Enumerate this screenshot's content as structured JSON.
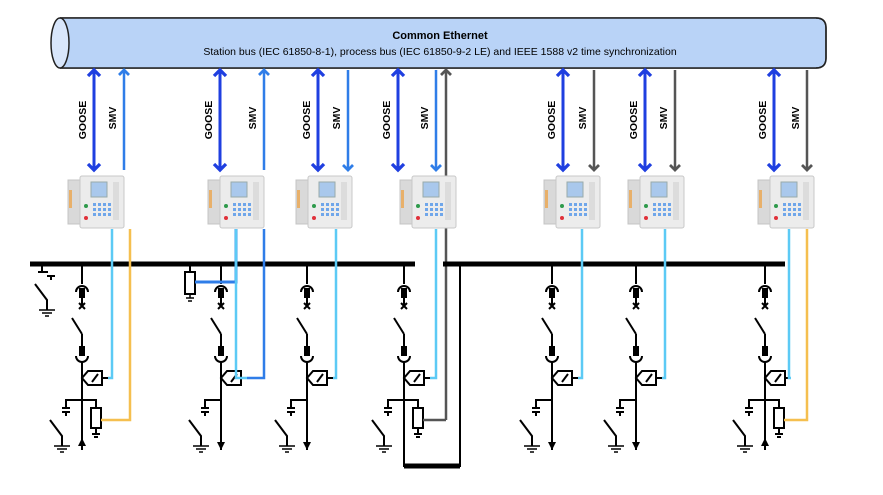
{
  "ethernet_bus": {
    "title": "Common Ethernet",
    "subtitle": "Station bus (IEC 61850-8-1), process bus (IEC 61850-9-2 LE) and IEEE 1588 v2 time synchronization",
    "fill_color": "#b9d3f7"
  },
  "link_labels": {
    "goose": "GOOSE",
    "smv": "SMV"
  },
  "colors": {
    "goose": "#1f3fe0",
    "smv_publish": "#2f7de8",
    "smv_subscribe": "#555555",
    "analog_current": "#5ccaf5",
    "analog_voltage": "#f5bf4f",
    "process_bus_wire": "#2f7de8",
    "busbar": "#000000"
  },
  "bays": [
    {
      "id": "bay-1",
      "smv_direction": "publish",
      "ied_wires": [
        "current",
        "voltage"
      ],
      "feeder_end": "arrow-up",
      "has_vt": true
    },
    {
      "id": "bay-2",
      "smv_direction": "publish",
      "ied_wires": [
        "bus-vt",
        "current"
      ],
      "feeder_end": "arrow-down",
      "has_vt": false
    },
    {
      "id": "bay-3",
      "smv_direction": "subscribe-blue",
      "ied_wires": [
        "current"
      ],
      "feeder_end": "arrow-down",
      "has_vt": false
    },
    {
      "id": "bay-4",
      "smv_direction": "subscribe-blue",
      "ied_wires": [
        "current",
        "voltage-grey"
      ],
      "feeder_end": "bus-tie",
      "has_vt": true,
      "extra_grey_uplink": true
    },
    {
      "id": "bay-5",
      "smv_direction": "subscribe-grey",
      "ied_wires": [
        "current"
      ],
      "feeder_end": "arrow-down",
      "has_vt": false
    },
    {
      "id": "bay-6",
      "smv_direction": "subscribe-grey",
      "ied_wires": [
        "current"
      ],
      "feeder_end": "arrow-down",
      "has_vt": false
    },
    {
      "id": "bay-7",
      "smv_direction": "subscribe-grey",
      "ied_wires": [
        "current",
        "voltage"
      ],
      "feeder_end": "arrow-up",
      "has_vt": true
    }
  ]
}
